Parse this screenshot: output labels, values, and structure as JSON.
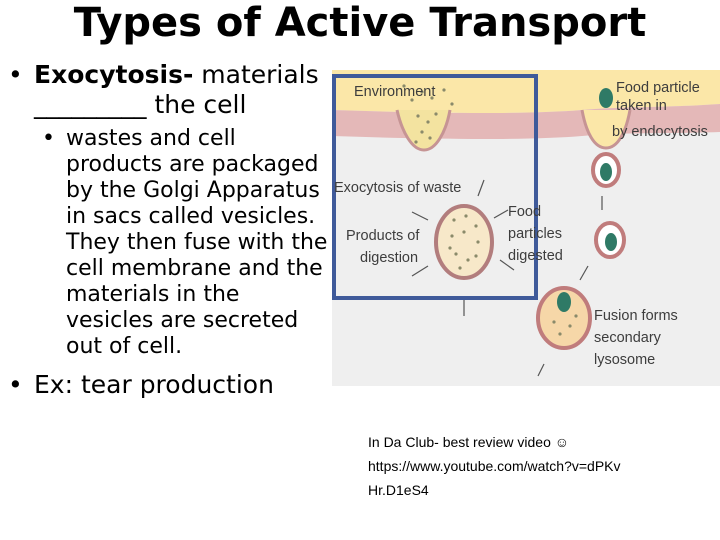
{
  "slide": {
    "title": "Types of Active Transport"
  },
  "bullets": {
    "exocytosis_term": "Exocytosis-",
    "exocytosis_rest_1": " materials",
    "exocytosis_rest_2": "_________ the cell",
    "sub_bullet": "wastes and cell products are packaged by the Golgi Apparatus in sacs called vesicles. They then fuse with the cell membrane and the materials in the vesicles are secreted out of cell.",
    "example": "Ex: tear production"
  },
  "diagram": {
    "label_environment": "Environment",
    "label_food_particle_1": "Food particle",
    "label_food_particle_2": "taken in",
    "label_food_particle_3": "by endocytosis",
    "label_exocytosis": "Exocytosis of waste",
    "label_products_1": "Products of",
    "label_products_2": "digestion",
    "label_food_digested_1": "Food",
    "label_food_digested_2": "particles",
    "label_food_digested_3": "digested",
    "label_fusion_1": "Fusion forms",
    "label_fusion_2": "secondary",
    "label_fusion_3": "lysosome",
    "highlight_color": "#3f5a9a"
  },
  "caption": {
    "line1": "In Da Club- best review video ☺",
    "line2": "https://www.youtube.com/watch?v=dPKv",
    "line3": "Hr.D1eS4"
  }
}
